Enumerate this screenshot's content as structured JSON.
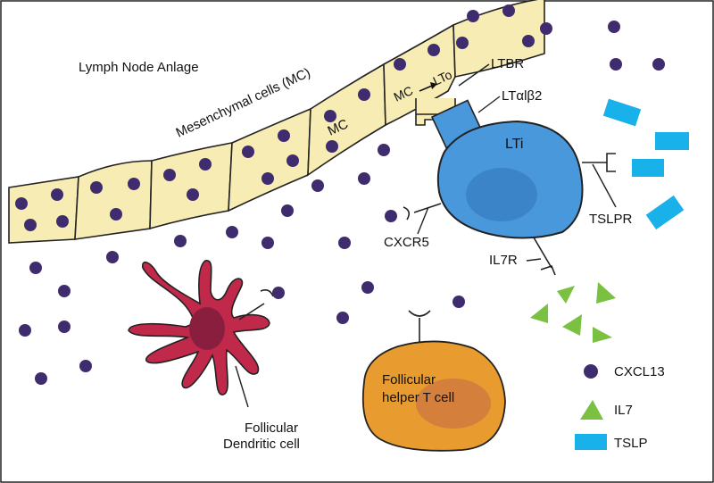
{
  "colors": {
    "background": "#ffffff",
    "mesenchymal_fill": "#f7ecb4",
    "cxcl13_dot": "#3f2c6e",
    "lti_cell": "#4a98dc",
    "lti_nucleus": "#3c84c8",
    "tslp": "#19b1ea",
    "il7": "#7ac142",
    "dendritic_cell": "#c1294a",
    "dendritic_nucleus": "#8a1e3e",
    "t_cell": "#e89b2e",
    "t_cell_nucleus": "#d47f3c"
  },
  "labels": {
    "lymph_node_anlage": "Lymph Node Anlage",
    "mesenchymal_cells": "Mesenchymal cells (MC)",
    "mc": "MC",
    "mc_to_lto_from": "MC",
    "mc_to_lto_to": "LTo",
    "ltbr": "LTBR",
    "lt_alpha_beta2": "LTαlβ2",
    "lti": "LTi",
    "tslpr": "TSLPR",
    "cxcr5": "CXCR5",
    "il7r": "IL7R",
    "follicular_dendritic_line1": "Follicular",
    "follicular_dendritic_line2": "Dendritic cell",
    "follicular_helper_line1": "Follicular",
    "follicular_helper_line2": "helper T cell"
  },
  "legend": {
    "cxcl13": "CXCL13",
    "il7": "IL7",
    "tslp": "TSLP"
  }
}
